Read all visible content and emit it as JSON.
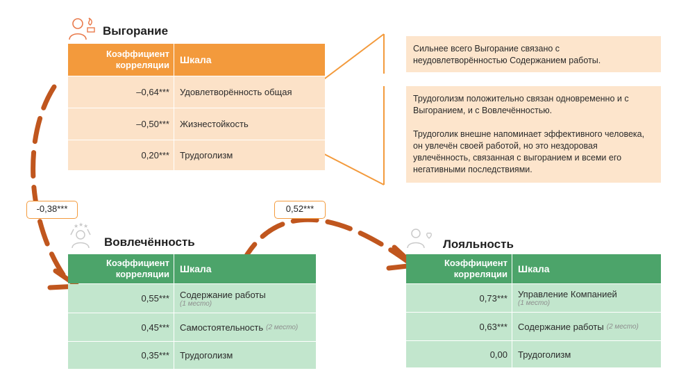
{
  "burnout": {
    "title": "Выгорание",
    "col1": "Коэффициент корреляции",
    "col2": "Шкала",
    "rows": [
      {
        "value": "–0,64***",
        "scale": "Удовлетворённость общая",
        "note": ""
      },
      {
        "value": "–0,50***",
        "scale": "Жизнестойкость",
        "note": ""
      },
      {
        "value": "0,20***",
        "scale": "Трудоголизм",
        "note": ""
      }
    ]
  },
  "engagement": {
    "title": "Вовлечённость",
    "col1": "Коэффициент корреляции",
    "col2": "Шкала",
    "rows": [
      {
        "value": "0,55***",
        "scale": "Содержание работы",
        "note": "(1 место)"
      },
      {
        "value": "0,45***",
        "scale": "Самостоятельность",
        "note": "(2 место)"
      },
      {
        "value": "0,35***",
        "scale": "Трудоголизм",
        "note": ""
      }
    ]
  },
  "loyalty": {
    "title": "Лояльность",
    "col1": "Коэффициент корреляции",
    "col2": "Шкала",
    "rows": [
      {
        "value": "0,73***",
        "scale": "Управление Компанией",
        "note": "(1 место)"
      },
      {
        "value": "0,63***",
        "scale": "Содержание работы",
        "note": "(2 место)"
      },
      {
        "value": "0,00",
        "scale": "Трудоголизм",
        "note": ""
      }
    ]
  },
  "notes": {
    "note1": "Сильнее всего Выгорание связано с неудовлетворённостью Содержанием работы.",
    "note2a": "Трудоголизм положительно связан одновременно и с Выгоранием, и с Вовлечённостью.",
    "note2b": "Трудоголик внешне напоминает эффективного человека, он увлечён своей работой, но это нездоровая увлечённость, связанная с выгоранием и всеми его негативными последствиями."
  },
  "links": {
    "burnout_engagement": "-0,38***",
    "engagement_loyalty": "0,52***"
  },
  "colors": {
    "orange": "#f39a3c",
    "orange_light": "#fce2c8",
    "green": "#4ca46a",
    "green_light": "#c2e6cd",
    "arrow": "#c0561e"
  },
  "icons": [
    "burnout-person-icon",
    "engagement-person-icon",
    "loyalty-person-icon"
  ]
}
